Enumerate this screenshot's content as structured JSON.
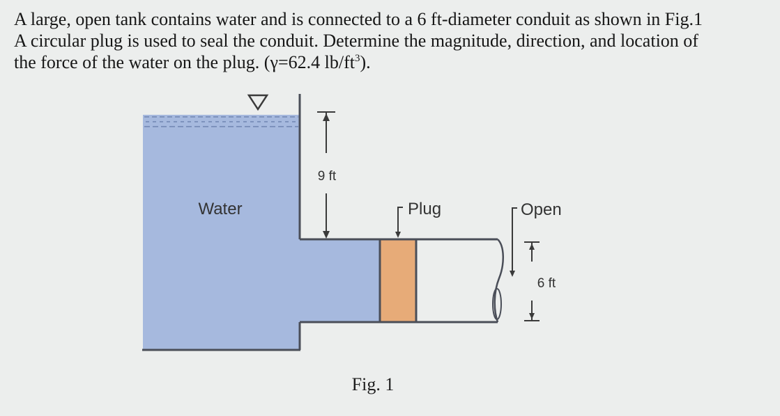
{
  "problem": {
    "line1": "A large, open tank contains water and is connected to a 6 ft-diameter conduit as shown in Fig.1",
    "line2": "A circular plug is used to seal the conduit. Determine the magnitude, direction, and location of",
    "line3_pre": "the force of the water on the plug. (γ=62.4 lb/ft",
    "line3_sup": "3",
    "line3_post": ")."
  },
  "figure": {
    "water_label": "Water",
    "depth_label": "9 ft",
    "plug_label": "Plug",
    "open_label": "Open",
    "diameter_label": "6 ft",
    "caption": "Fig. 1"
  },
  "colors": {
    "water": "#a6b9de",
    "plug": "#e7ab78",
    "wall": "#4a4e58",
    "background": "#eceeed"
  }
}
